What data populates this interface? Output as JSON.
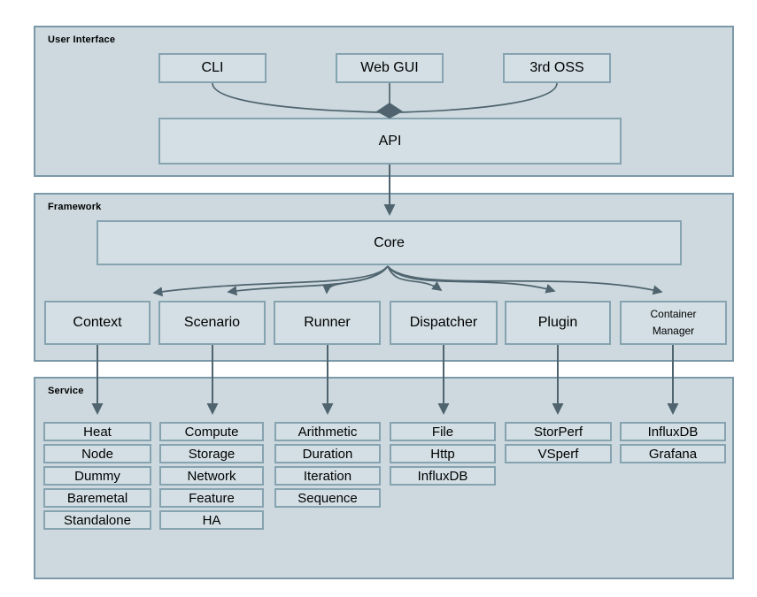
{
  "colors": {
    "page_bg": "#ffffff",
    "section_fill": "#cdd9df",
    "section_border": "#7b99a8",
    "box_fill": "#d3dfe4",
    "box_border": "#86a3b0",
    "arrow": "#4f646e",
    "text": "#000000"
  },
  "sections": {
    "user_interface": {
      "label": "User Interface",
      "nodes": {
        "cli": "CLI",
        "web_gui": "Web GUI",
        "third_oss": "3rd OSS",
        "api": "API"
      }
    },
    "framework": {
      "label": "Framework",
      "core": "Core",
      "modules": [
        "Context",
        "Scenario",
        "Runner",
        "Dispatcher",
        "Plugin"
      ],
      "container_manager_lines": [
        "Container",
        "Manager"
      ]
    },
    "service": {
      "label": "Service",
      "columns": [
        [
          "Heat",
          "Node",
          "Dummy",
          "Baremetal",
          "Standalone"
        ],
        [
          "Compute",
          "Storage",
          "Network",
          "Feature",
          "HA"
        ],
        [
          "Arithmetic",
          "Duration",
          "Iteration",
          "Sequence"
        ],
        [
          "File",
          "Http",
          "InfluxDB"
        ],
        [
          "StorPerf",
          "VSperf"
        ],
        [
          "InfluxDB",
          "Grafana"
        ]
      ]
    }
  }
}
